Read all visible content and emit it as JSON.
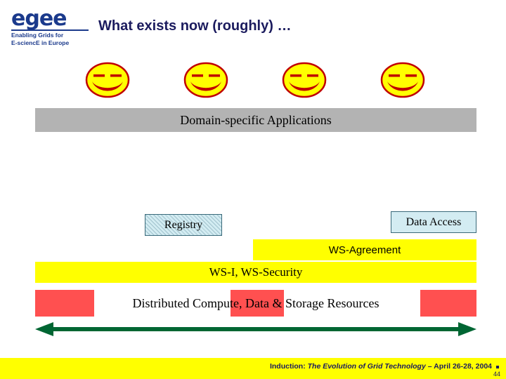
{
  "logo": {
    "wordmark": "egee",
    "tagline_line1": "Enabling Grids for",
    "tagline_line2": "E-sciencE in Europe"
  },
  "slide": {
    "title": "What exists now (roughly) …"
  },
  "smileys": [
    {
      "name": "smiley-face-1"
    },
    {
      "name": "smiley-face-2"
    },
    {
      "name": "smiley-face-3"
    },
    {
      "name": "smiley-face-4"
    }
  ],
  "bars": {
    "applications": {
      "label": "Domain-specific Applications",
      "color": "#b3b3b3"
    },
    "registry": {
      "label": "Registry",
      "color": "#d3ecf2"
    },
    "data_access": {
      "label": "Data Access",
      "color": "#d3ecf2"
    },
    "ws_agreement": {
      "label": "WS-Agreement",
      "color": "#ffff00"
    },
    "ws_i_security": {
      "label": "WS-I, WS-Security",
      "color": "#ffff00"
    },
    "resources": {
      "label": "Distributed Compute, Data & Storage Resources",
      "color": "#ff5050"
    }
  },
  "arrow": {
    "name": "double-headed-arrow",
    "color": "#006633"
  },
  "footer": {
    "prefix": "Induction:",
    "italic": "The Evolution of Grid Technology –",
    "suffix": "April 26-28, 2004",
    "page_number": "44",
    "band_color": "#ffff00"
  }
}
